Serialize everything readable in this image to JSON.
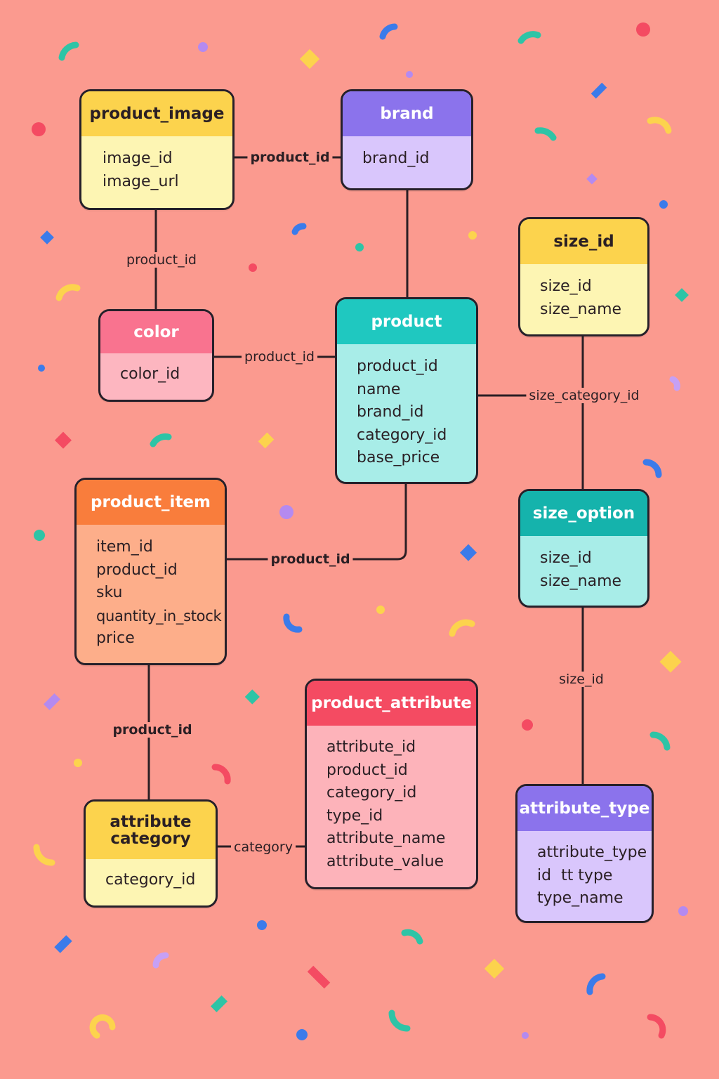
{
  "colors": {
    "background": "#fb9a8f",
    "line": "#2a1f24",
    "yellow_header": "#fcd34d",
    "yellow_body": "#fdf5b3",
    "purple_header": "#8b73ec",
    "purple_body": "#d9c6fc",
    "teal_header": "#1fc8c0",
    "teal_body": "#a8ede8",
    "pink_header": "#f9738f",
    "pink_body": "#fdb6c0",
    "orange_header": "#f97d3c",
    "orange_body": "#fdae8a",
    "red_header": "#f44b62",
    "red_body": "#fdb3ba"
  },
  "entities": {
    "product_image": {
      "title": "product_image",
      "fields": [
        "image_id",
        "image_url"
      ]
    },
    "brand": {
      "title": "brand",
      "fields": [
        "brand_id"
      ]
    },
    "size_id": {
      "title": "size_id",
      "fields": [
        "size_id",
        "size_name"
      ]
    },
    "color": {
      "title": "color",
      "fields": [
        "color_id"
      ]
    },
    "product": {
      "title": "product",
      "fields": [
        "product_id",
        "name",
        "brand_id",
        "category_id",
        "base_price"
      ]
    },
    "product_item": {
      "title": "product_item",
      "fields": [
        "item_id",
        "product_id",
        "sku",
        "quantity_in_stock",
        "price"
      ]
    },
    "size_option": {
      "title": "size_option",
      "fields": [
        "size_id",
        "size_name"
      ]
    },
    "product_attribute": {
      "title": "product_attribute",
      "fields": [
        "attribute_id",
        "product_id",
        "category_id",
        "type_id",
        "attribute_name",
        "attribute_value"
      ]
    },
    "attribute_category": {
      "title_line1": "attribute",
      "title_line2": "category",
      "fields": [
        "category_id"
      ]
    },
    "attribute_type": {
      "title": "attribute_type",
      "fields": [
        "attribute_type",
        "id  tt type",
        "type_name"
      ]
    }
  },
  "relationships": {
    "image_brand": "product_id",
    "image_color": "product_id",
    "color_product": "product_id",
    "product_size": "size_category_id",
    "item_product": "product_id",
    "size_option_type": "size_id",
    "item_category": "product_id",
    "category_attribute": "category"
  }
}
